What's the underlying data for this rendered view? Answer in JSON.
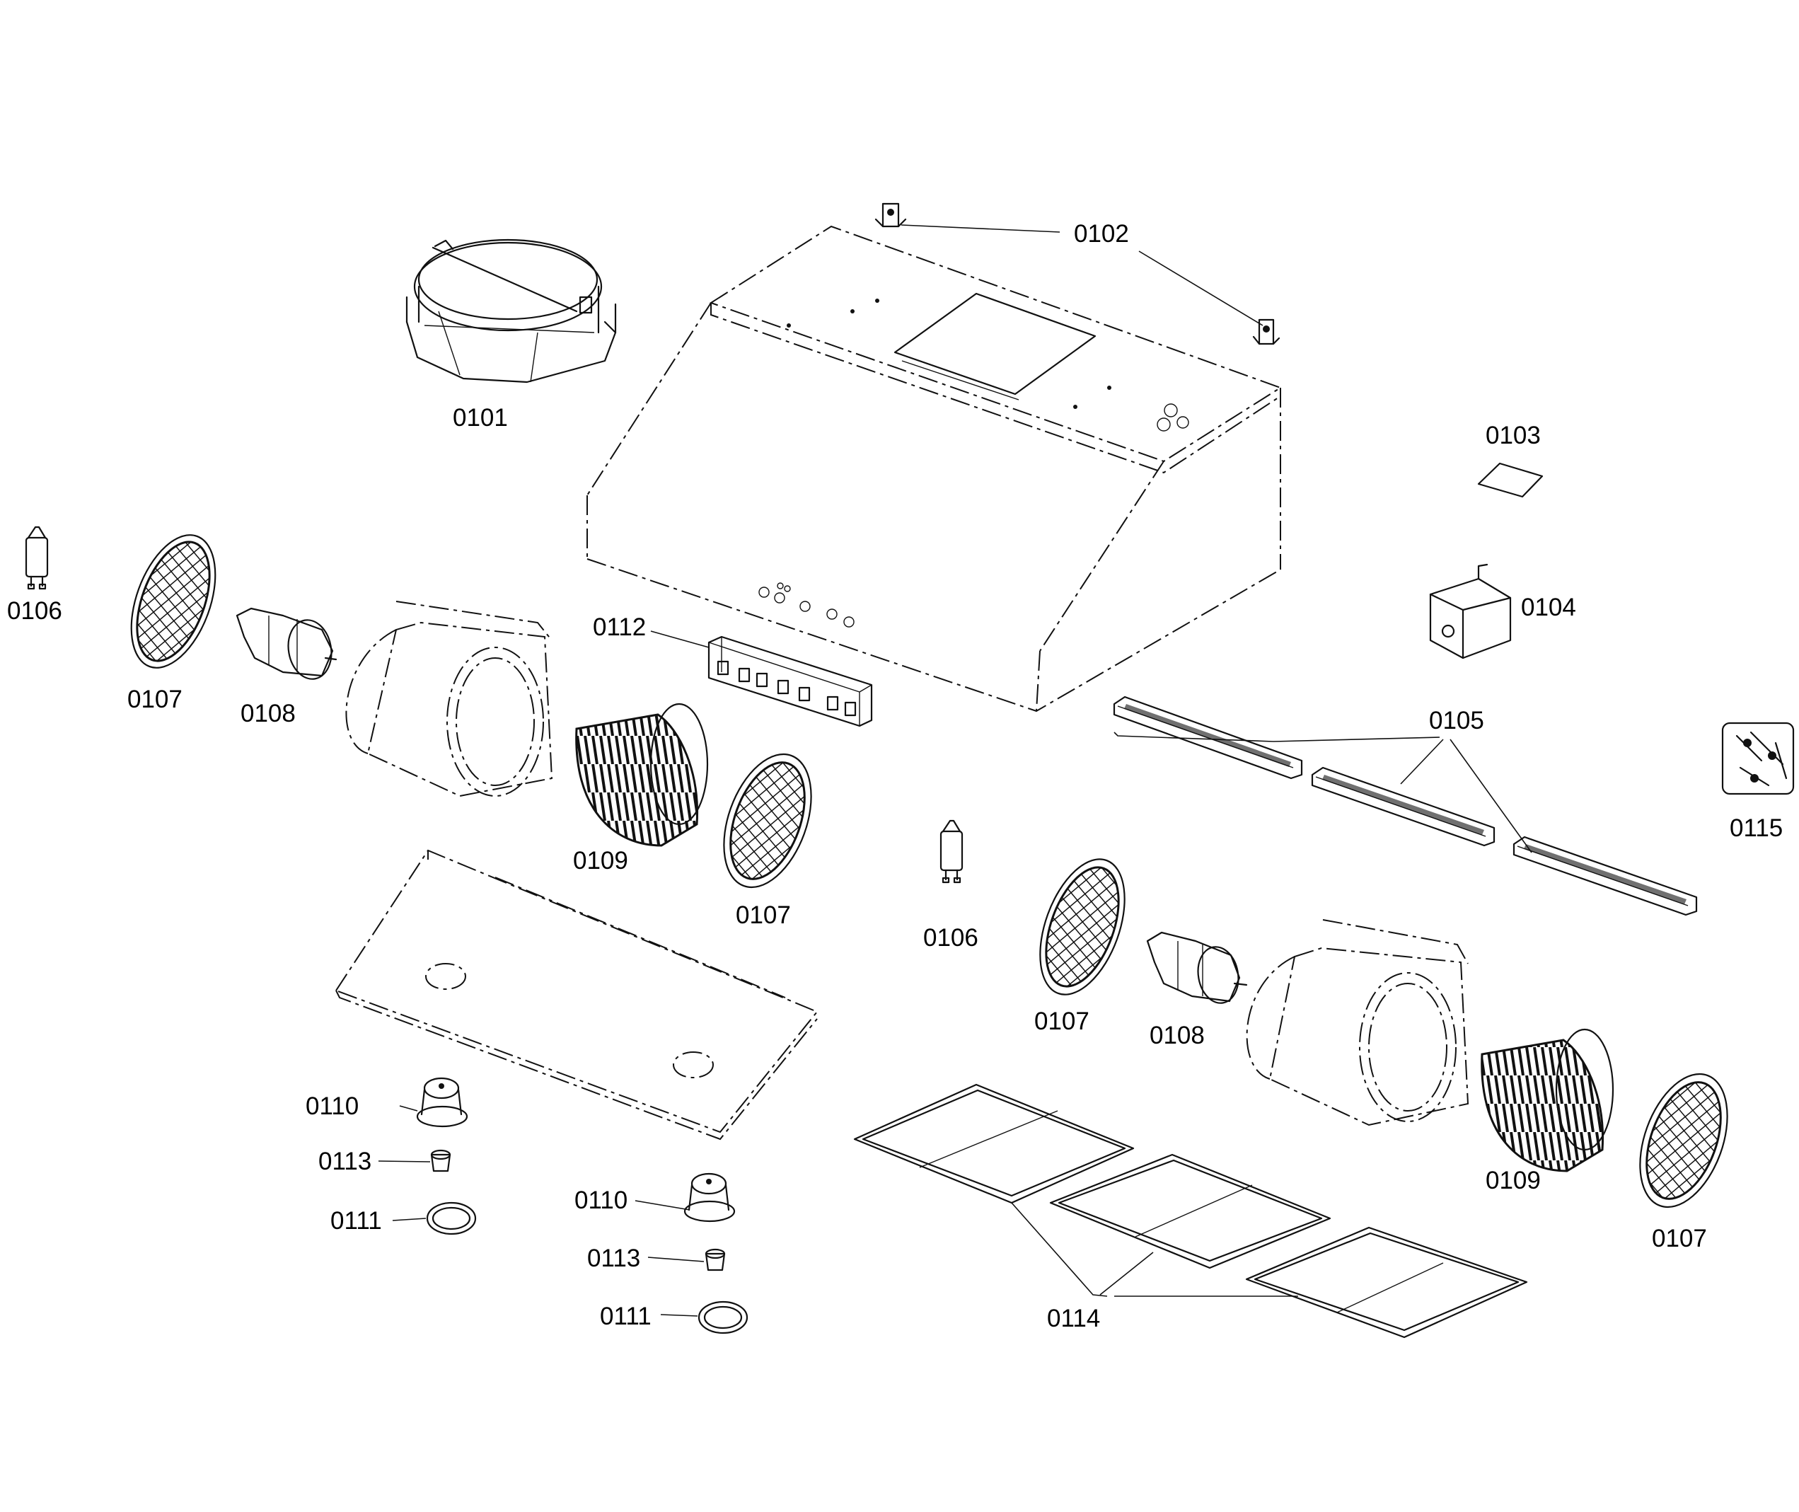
{
  "labels": {
    "l0101": "0101",
    "l0102": "0102",
    "l0103": "0103",
    "l0104": "0104",
    "l0105": "0105",
    "l0106a": "0106",
    "l0106b": "0106",
    "l0107a": "0107",
    "l0107b": "0107",
    "l0107c": "0107",
    "l0107d": "0107",
    "l0108a": "0108",
    "l0108b": "0108",
    "l0109a": "0109",
    "l0109b": "0109",
    "l0110a": "0110",
    "l0110b": "0110",
    "l0111a": "0111",
    "l0111b": "0111",
    "l0112": "0112",
    "l0113a": "0113",
    "l0113b": "0113",
    "l0114": "0114",
    "l0115": "0115"
  }
}
